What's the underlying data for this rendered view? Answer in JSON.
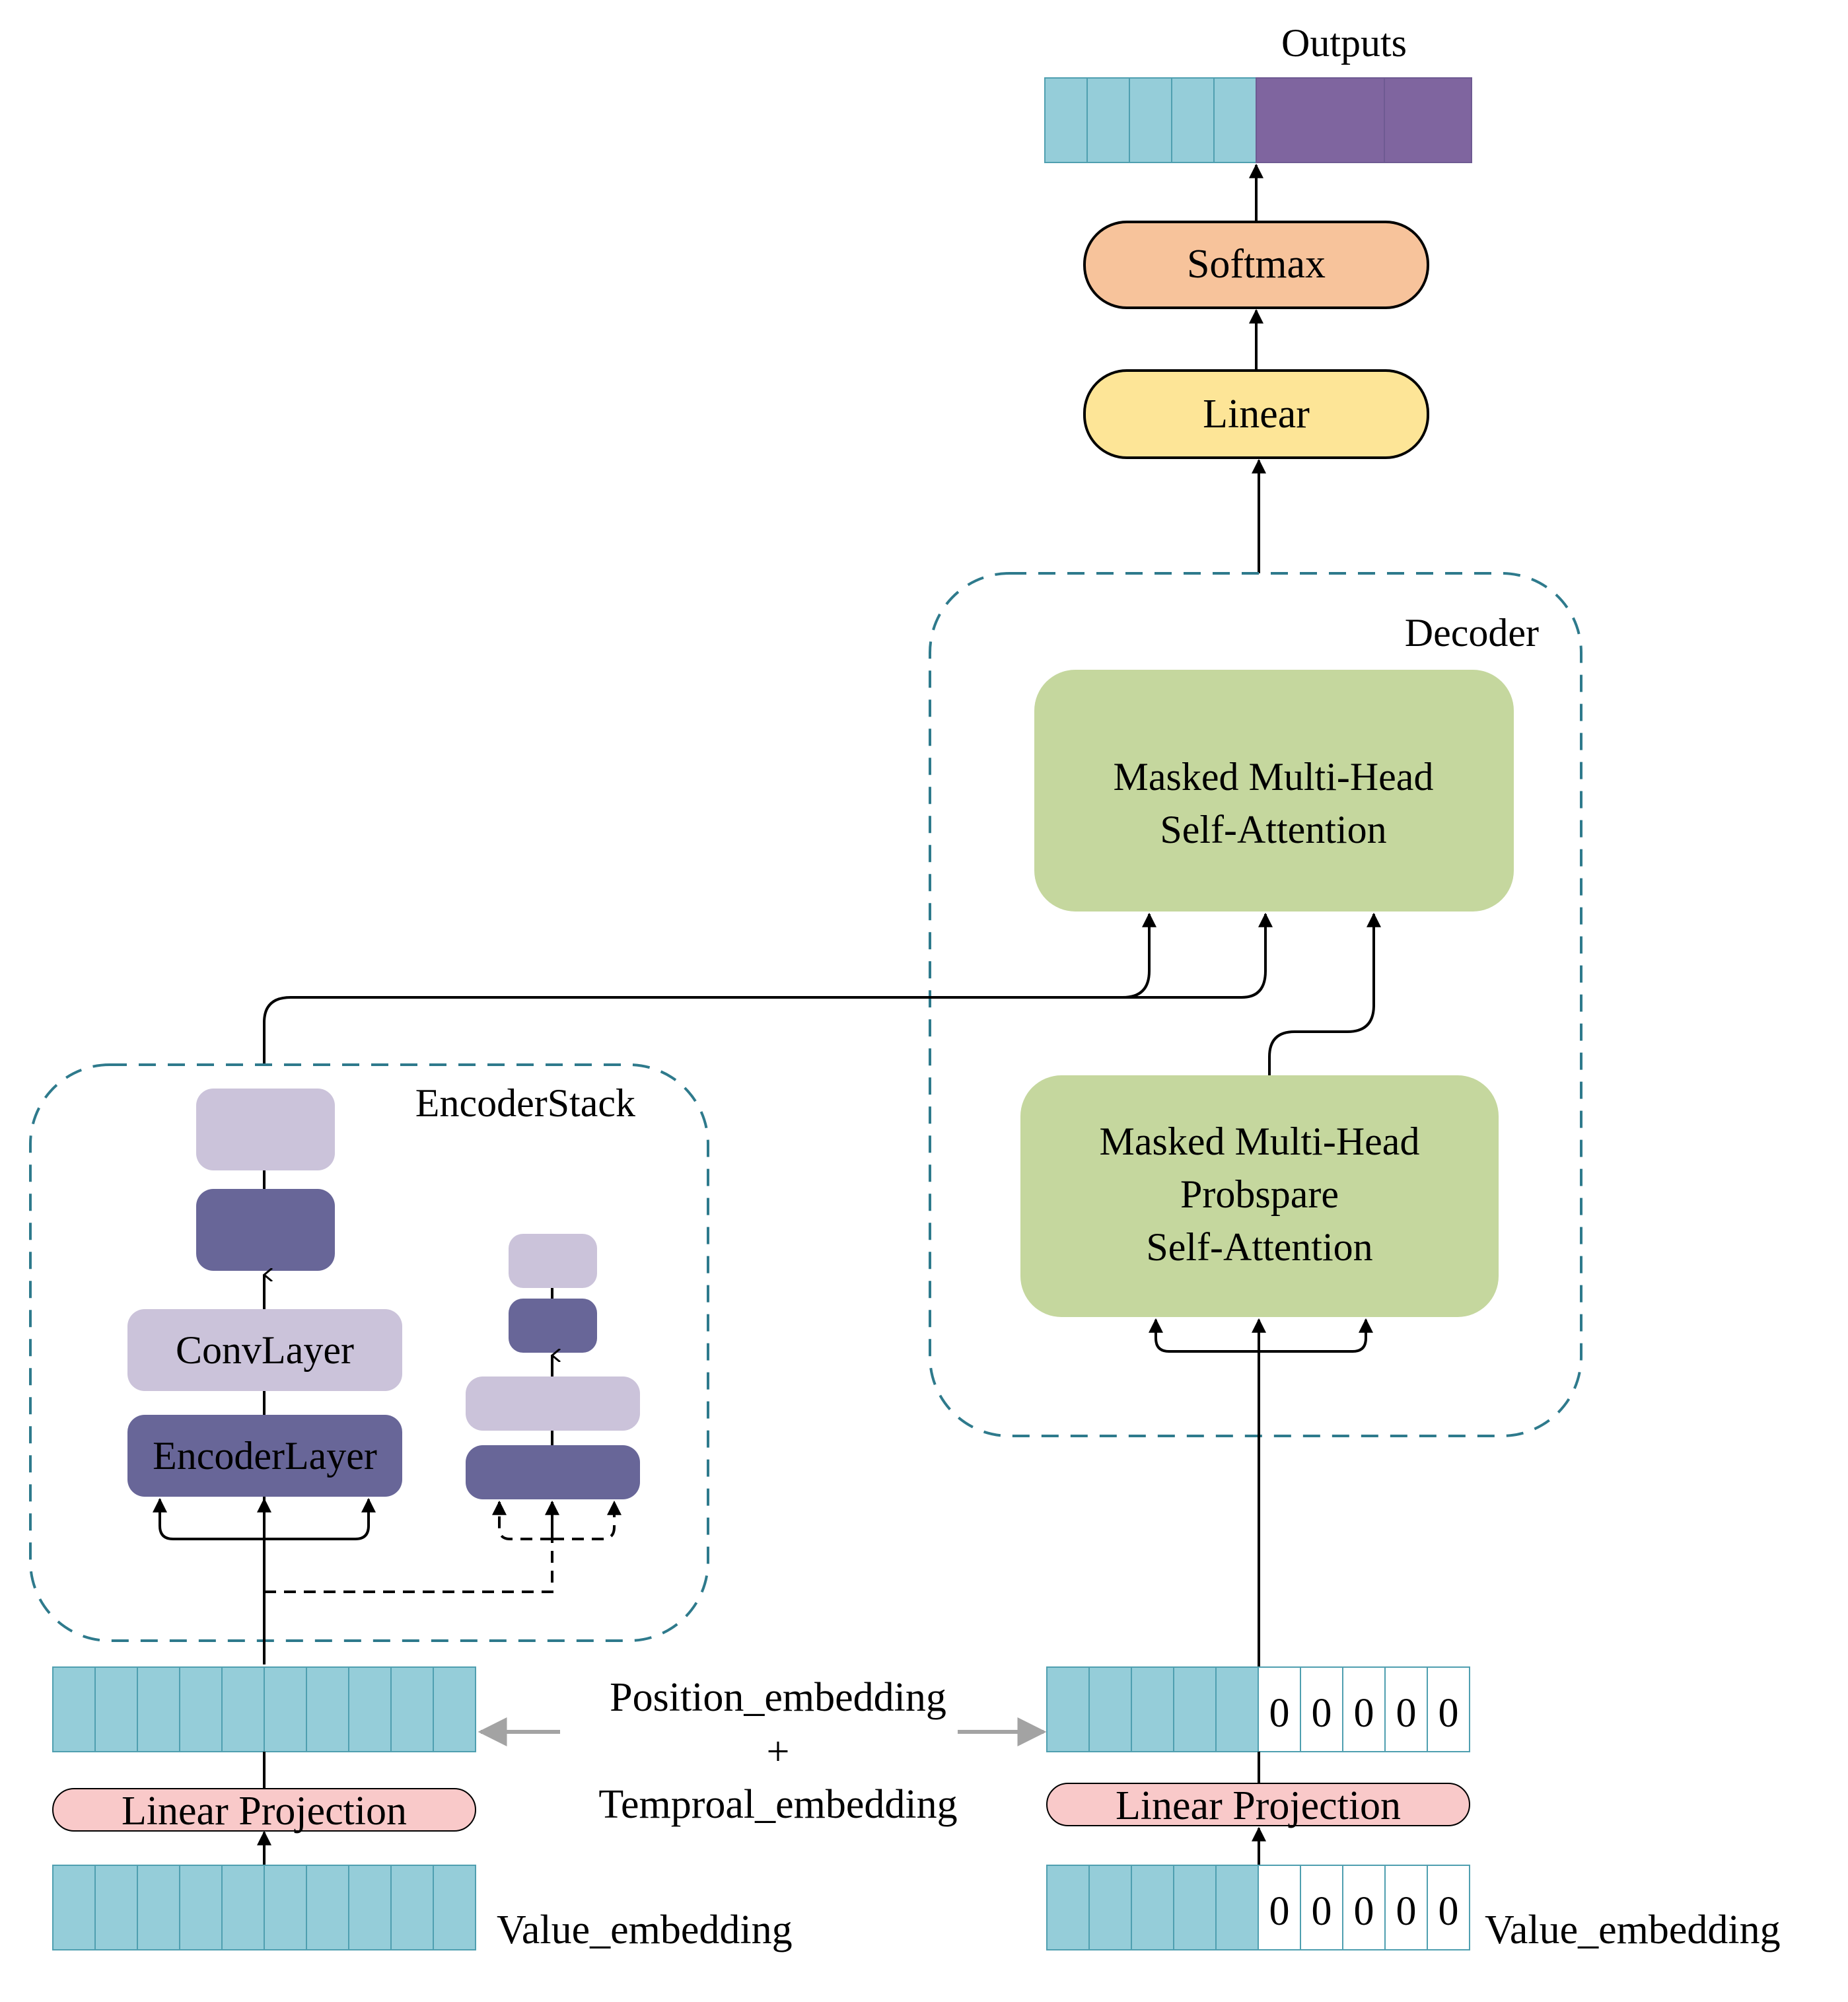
{
  "outputs_label": "Outputs",
  "softmax_label": "Softmax",
  "linear_label": "Linear",
  "decoder_label": "Decoder",
  "decoder_attention_label": [
    "Masked Multi-Head",
    "Self-Attention"
  ],
  "decoder_probspare_label": [
    "Masked Multi-Head",
    "Probspare",
    "Self-Attention"
  ],
  "encoder_stack_label": "EncoderStack",
  "conv_layer_label": "ConvLayer",
  "encoder_layer_label": "EncoderLayer",
  "linear_projection_label": "Linear Projection",
  "embedding_note": {
    "position": "Position_embedding",
    "plus": "+",
    "temporal": "Temproal_embedding"
  },
  "value_embedding_label": "Value_embedding",
  "zero_value": "0",
  "colors": {
    "teal": "#95cdd9",
    "purple": "#7f659f",
    "softmax": "#f7c39b",
    "linear": "#fde597",
    "attention": "#c5d79e",
    "encoder_dark": "#686698",
    "encoder_light": "#cbc3da",
    "projection": "#f9c9c9",
    "dashed_border": "#2e7a8c"
  }
}
